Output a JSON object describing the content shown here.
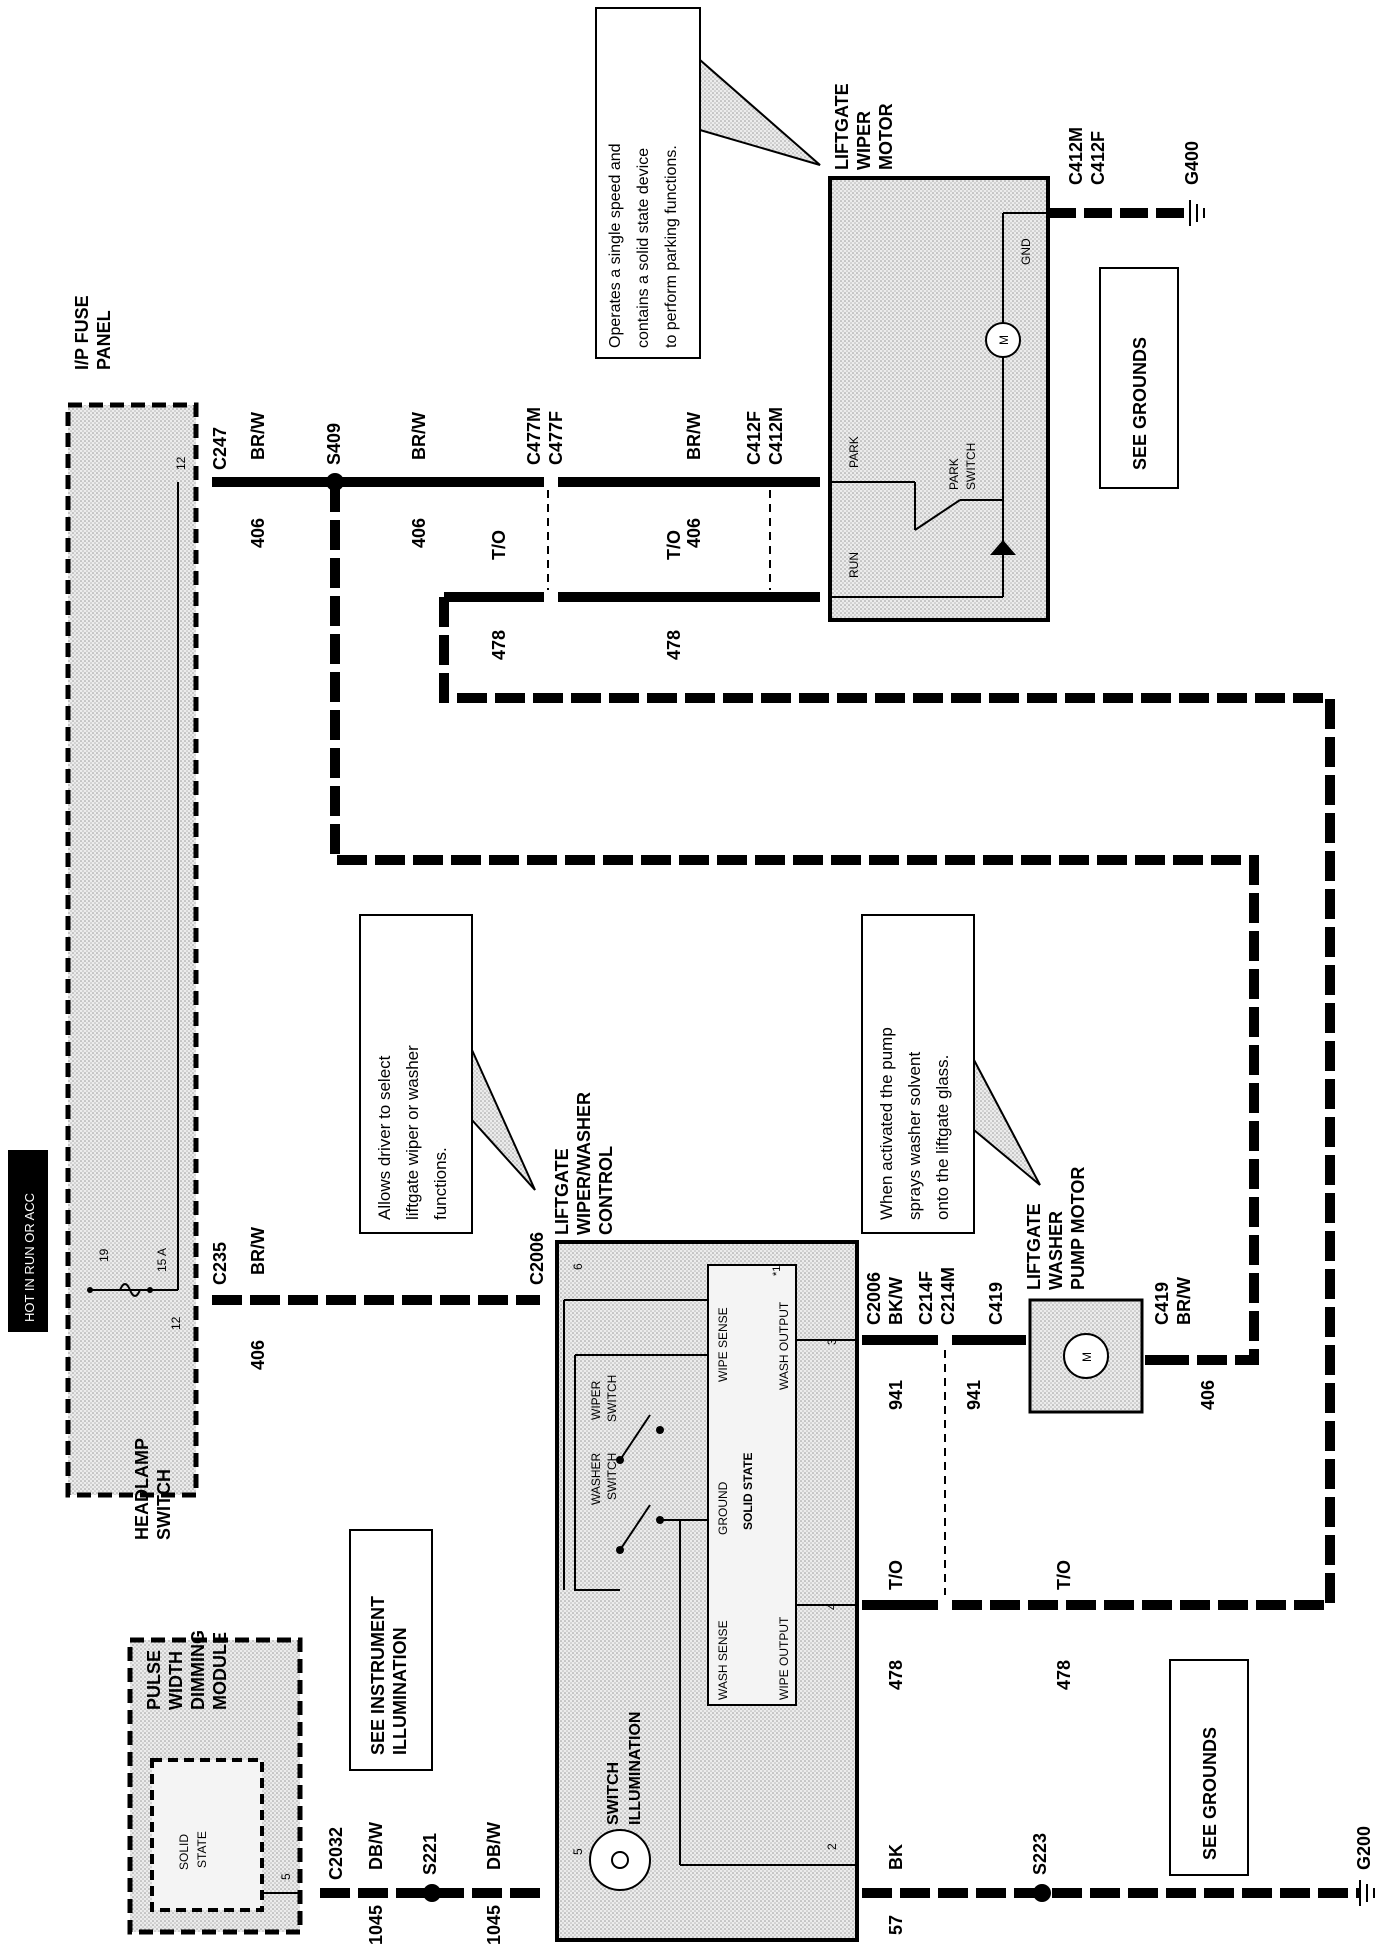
{
  "header": {
    "hot_label": "HOT IN RUN OR ACC"
  },
  "fuse_panel": {
    "title_line1": "I/P FUSE",
    "title_line2": "PANEL",
    "fuse_num": "19",
    "fuse_rating": "15 A",
    "pin_top": "12",
    "pin_bottom": "12"
  },
  "connectors": {
    "c247": "C247",
    "c235": "C235",
    "s409": "S409",
    "c477m": "C477M",
    "c477f": "C477F",
    "c412f_a": "C412F",
    "c412m_a": "C412M",
    "c412m_b": "C412M",
    "c412f_b": "C412F",
    "g400": "G400",
    "c2006_a": "C2006",
    "c2006_b": "C2006",
    "c214f": "C214F",
    "c214m": "C214M",
    "c419_a": "C419",
    "c419_b": "C419",
    "c2032": "C2032",
    "s221": "S221",
    "s223": "S223",
    "g200": "G200"
  },
  "wires": {
    "brw": "BR/W",
    "n406": "406",
    "to": "T/O",
    "n478": "478",
    "bkw": "BK/W",
    "n941": "941",
    "dbw": "DB/W",
    "n1045": "1045",
    "bk": "BK",
    "n57": "57"
  },
  "wiper_motor": {
    "title_line1": "LIFTGATE",
    "title_line2": "WIPER",
    "title_line3": "MOTOR",
    "gnd": "GND",
    "park": "PARK",
    "run": "RUN",
    "park_switch_1": "PARK",
    "park_switch_2": "SWITCH",
    "motor_m": "M"
  },
  "wiper_note": {
    "line1": "Operates a single speed and",
    "line2": "contains a solid state device",
    "line3": "to perform parking functions."
  },
  "see_grounds_top": "SEE GROUNDS",
  "see_grounds_bottom": "SEE GROUNDS",
  "control": {
    "title_line1": "LIFTGATE",
    "title_line2": "WIPER/WASHER",
    "title_line3": "CONTROL",
    "pin6": "6",
    "pin3": "3",
    "pin4": "4",
    "pin2": "2",
    "pin5": "5",
    "star": "*1",
    "wipe_sense": "WIPE SENSE",
    "wash_output": "WASH OUTPUT",
    "wash_sense": "WASH SENSE",
    "wipe_output": "WIPE OUTPUT",
    "ground": "GROUND",
    "solid_state": "SOLID STATE",
    "wiper_switch_1": "WIPER",
    "wiper_switch_2": "SWITCH",
    "washer_switch_1": "WASHER",
    "washer_switch_2": "SWITCH",
    "illum_1": "SWITCH",
    "illum_2": "ILLUMINATION"
  },
  "control_note": {
    "line1": "Allows driver to select",
    "line2": "liftgate wiper or washer",
    "line3": "functions."
  },
  "pump": {
    "title_line1": "LIFTGATE",
    "title_line2": "WASHER",
    "title_line3": "PUMP MOTOR",
    "motor_m": "M"
  },
  "pump_note": {
    "line1": "When activated the pump",
    "line2": "sprays washer solvent",
    "line3": "onto the liftgate glass."
  },
  "headlamp": {
    "title_line1": "HEADLAMP",
    "title_line2": "SWITCH"
  },
  "dimming_module": {
    "line1": "PULSE",
    "line2": "WIDTH",
    "line3": "DIMMING",
    "line4": "MODULE",
    "solid_1": "SOLID",
    "solid_2": "STATE",
    "pin5": "5"
  },
  "see_instrument": {
    "line1": "SEE INSTRUMENT",
    "line2": "ILLUMINATION"
  }
}
